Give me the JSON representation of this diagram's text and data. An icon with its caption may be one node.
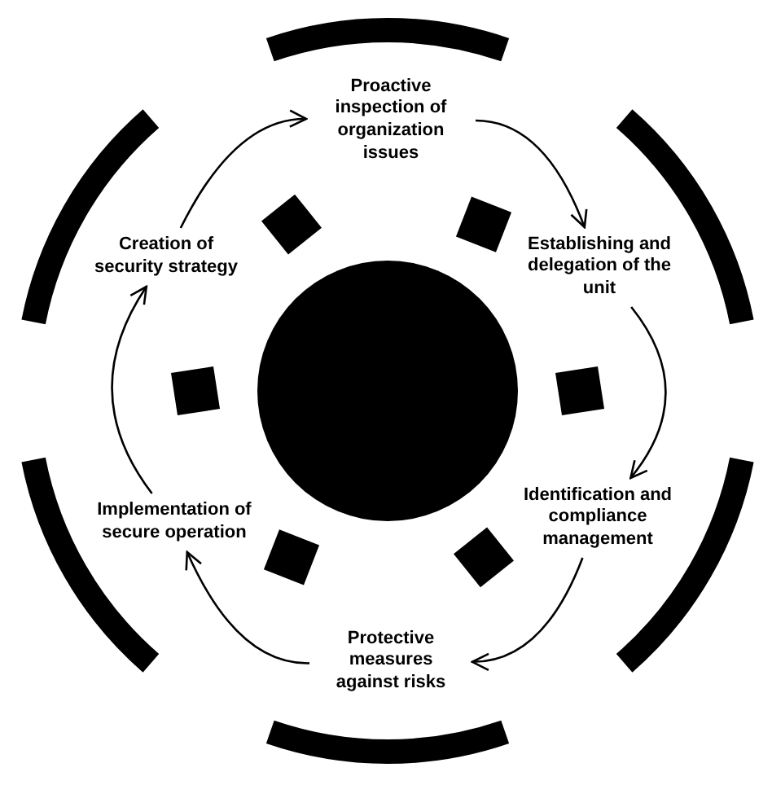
{
  "diagram": {
    "nodes": [
      {
        "text": [
          "Proactive inspection of organization issues"
        ]
      },
      {
        "text": [
          "Establishing and delegation of the unit"
        ]
      },
      {
        "text": [
          "Identification and compliance management"
        ]
      },
      {
        "text": [
          "Protective measures against risks"
        ]
      },
      {
        "text": [
          "Implementation of secure operation"
        ]
      },
      {
        "text": [
          "Creation of security strategy"
        ]
      },
      {
        "text": [],
        "shape": "circle"
      }
    ],
    "edges": [
      {
        "from": 0,
        "to": 1,
        "arrow": "to"
      },
      {
        "from": 1,
        "to": 2,
        "arrow": "to"
      },
      {
        "from": 2,
        "to": 3,
        "arrow": "to"
      },
      {
        "from": 3,
        "to": 4,
        "arrow": "to"
      },
      {
        "from": 4,
        "to": 5,
        "arrow": "to"
      },
      {
        "from": 5,
        "to": 0,
        "arrow": "to"
      }
    ]
  }
}
